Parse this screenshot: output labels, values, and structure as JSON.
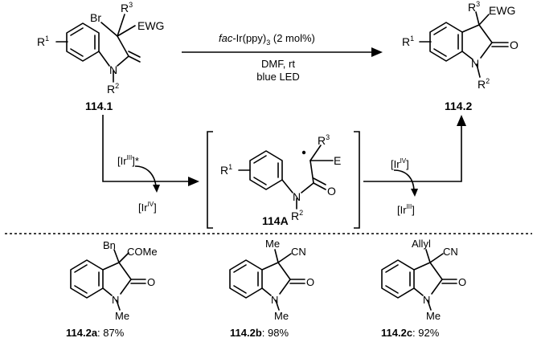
{
  "scheme": {
    "reaction_conditions": {
      "catalyst_prefix": "fac",
      "catalyst_rest": "-Ir(ppy)",
      "catalyst_sub": "3",
      "catalyst_loading": " (2 mol%)",
      "solvent_temp": "DMF, rt",
      "light": "blue LED"
    },
    "starting_material": {
      "id": "114.1",
      "Br": "Br",
      "R3": "R",
      "R3_sup": "3",
      "EWG": "EWG",
      "R1": "R",
      "R1_sup": "1",
      "N": "N",
      "R2": "R",
      "R2_sup": "2"
    },
    "product": {
      "id": "114.2",
      "R3": "R",
      "R3_sup": "3",
      "EWG": "EWG",
      "R1": "R",
      "R1_sup": "1",
      "O": "O",
      "N": "N",
      "R2": "R",
      "R2_sup": "2"
    },
    "intermediate": {
      "id": "114A",
      "R1": "R",
      "R1_sup": "1",
      "N": "N",
      "R2": "R",
      "R2_sup": "2",
      "O": "O",
      "R3": "R",
      "R3_sup": "3",
      "E": "E"
    },
    "catalytic_labels": {
      "left_top": "[Ir",
      "left_top_sup": "III",
      "left_top_star": "]*",
      "left_bottom": "[Ir",
      "left_bottom_sup": "IV",
      "left_bottom_end": "]",
      "right_top": "[Ir",
      "right_top_sup": "IV",
      "right_top_end": "]",
      "right_bottom": "[Ir",
      "right_bottom_sup": "III",
      "right_bottom_end": "]"
    },
    "examples": [
      {
        "sub1": "Bn",
        "sub2": "COMe",
        "N": "N",
        "O": "O",
        "Nsub": "Me",
        "id": "114.2a",
        "yield": ": 87%"
      },
      {
        "sub1": "Me",
        "sub2": "CN",
        "N": "N",
        "O": "O",
        "Nsub": "Me",
        "id": "114.2b",
        "yield": ": 98%"
      },
      {
        "sub1": "Allyl",
        "sub2": "CN",
        "N": "N",
        "O": "O",
        "Nsub": "Me",
        "id": "114.2c",
        "yield": ": 92%"
      }
    ]
  }
}
